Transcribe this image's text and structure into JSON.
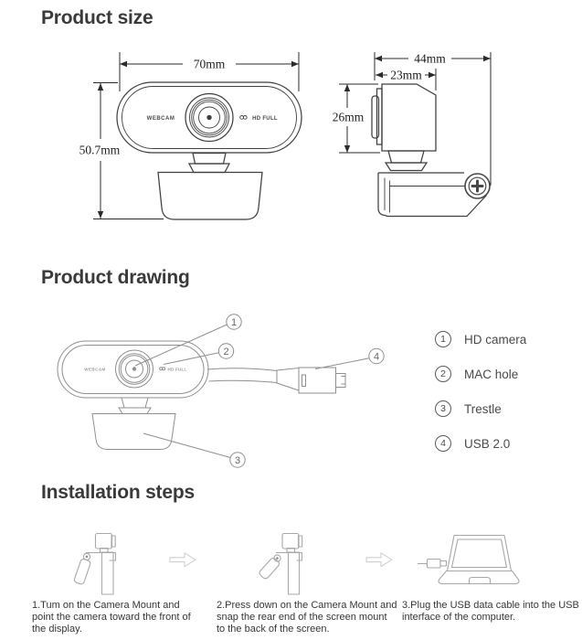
{
  "size": {
    "title": "Product size",
    "front": {
      "brand": "WEBCAM",
      "badge": "HD FULL",
      "width": "70mm",
      "height": "50.7mm"
    },
    "side": {
      "depth": "44mm",
      "body_depth": "23mm",
      "height": "26mm"
    }
  },
  "drawing": {
    "title": "Product drawing",
    "brand": "WEBCAM",
    "badge": "HD FULL",
    "callouts": {
      "c1": "1",
      "c2": "2",
      "c3": "3",
      "c4": "4"
    },
    "legend": [
      {
        "num": "1",
        "label": "HD camera"
      },
      {
        "num": "2",
        "label": "MAC hole"
      },
      {
        "num": "3",
        "label": "Trestle"
      },
      {
        "num": "4",
        "label": "USB 2.0"
      }
    ]
  },
  "steps": {
    "title": "Installation steps",
    "items": [
      "1.Tum on the Camera Mount and point the camera toward the front of the display.",
      "2.Press down on the Camera Mount and snap the rear end of the screen mount to the back of the screen.",
      "3.Plug the USB data cable into the USB interface of the computer."
    ]
  },
  "colors": {
    "background": "#ffffff",
    "title_text": "#3a3a3a",
    "line_art": "#3f3f3f",
    "drawing_line": "#8f8f8f",
    "steps_line": "#a8a8a8",
    "arrow": "#cfcfcf",
    "body_text": "#363636"
  }
}
